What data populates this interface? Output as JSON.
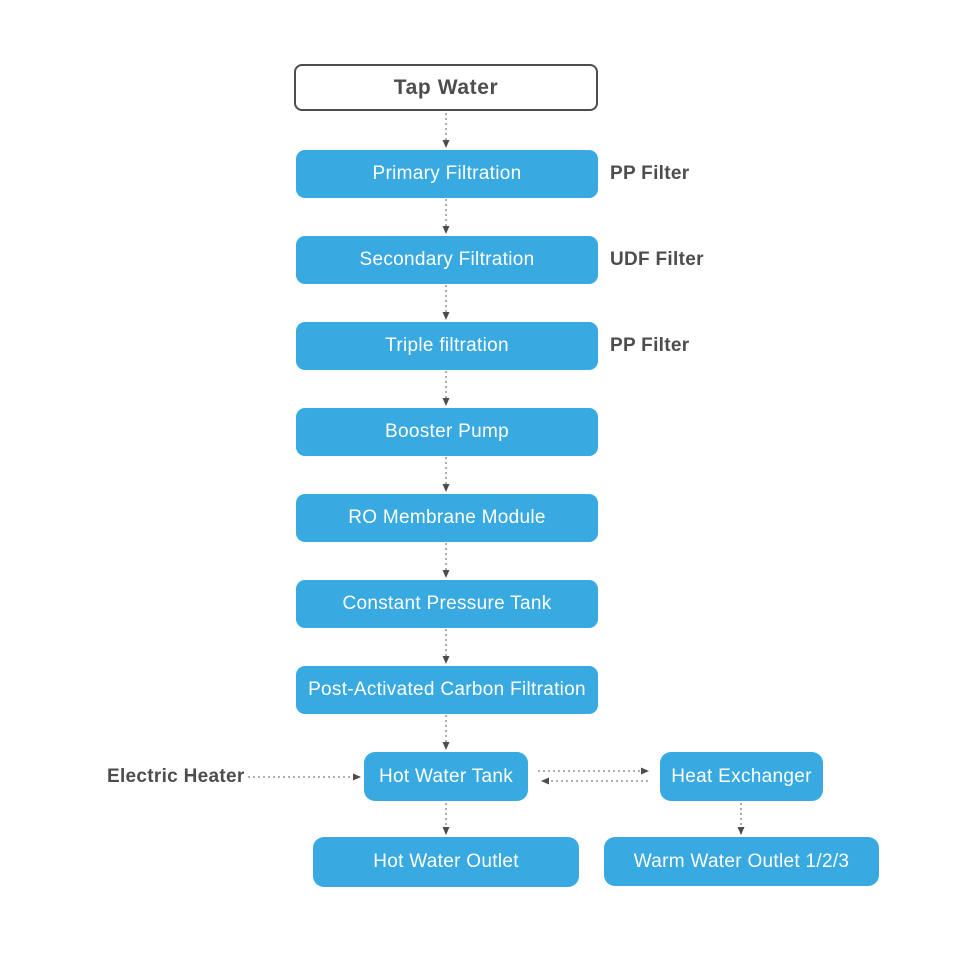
{
  "diagram_type": "flowchart",
  "nodes": {
    "tap_water": "Tap Water",
    "primary_filtration": "Primary Filtration",
    "secondary_filtration": "Secondary Filtration",
    "triple_filtration": "Triple filtration",
    "booster_pump": "Booster Pump",
    "ro_membrane_module": "RO Membrane Module",
    "constant_pressure_tank": "Constant Pressure Tank",
    "post_activated_carbon_filtration": "Post-Activated Carbon Filtration",
    "hot_water_tank": "Hot Water Tank",
    "heat_exchanger": "Heat Exchanger",
    "hot_water_outlet": "Hot Water Outlet",
    "warm_water_outlet": "Warm Water Outlet 1/2/3"
  },
  "annotations": {
    "primary_filter_type": "PP Filter",
    "secondary_filter_type": "UDF Filter",
    "triple_filter_type": "PP Filter",
    "electric_heater": "Electric Heater"
  },
  "edges": [
    {
      "from": "tap_water",
      "to": "primary_filtration",
      "style": "dashed-arrow"
    },
    {
      "from": "primary_filtration",
      "to": "secondary_filtration",
      "style": "dashed-arrow"
    },
    {
      "from": "secondary_filtration",
      "to": "triple_filtration",
      "style": "dashed-arrow"
    },
    {
      "from": "triple_filtration",
      "to": "booster_pump",
      "style": "dashed-arrow"
    },
    {
      "from": "booster_pump",
      "to": "ro_membrane_module",
      "style": "dashed-arrow"
    },
    {
      "from": "ro_membrane_module",
      "to": "constant_pressure_tank",
      "style": "dashed-arrow"
    },
    {
      "from": "constant_pressure_tank",
      "to": "post_activated_carbon_filtration",
      "style": "dashed-arrow"
    },
    {
      "from": "post_activated_carbon_filtration",
      "to": "hot_water_tank",
      "style": "dashed-arrow"
    },
    {
      "from": "electric_heater",
      "to": "hot_water_tank",
      "style": "dashed-arrow"
    },
    {
      "from": "hot_water_tank",
      "to": "heat_exchanger",
      "style": "dashed-arrow"
    },
    {
      "from": "heat_exchanger",
      "to": "hot_water_tank",
      "style": "dashed-arrow"
    },
    {
      "from": "hot_water_tank",
      "to": "hot_water_outlet",
      "style": "dashed-arrow"
    },
    {
      "from": "heat_exchanger",
      "to": "warm_water_outlet",
      "style": "dashed-arrow"
    }
  ],
  "colors": {
    "process_box": "#38A9E1",
    "process_text": "#FFFFFF",
    "start_box_bg": "#FFFFFF",
    "start_box_border": "#4D4D4D",
    "label_text": "#4D4D4D",
    "arrow_line": "#808080",
    "arrow_head": "#4D4D4D",
    "background": "#FFFFFF"
  }
}
